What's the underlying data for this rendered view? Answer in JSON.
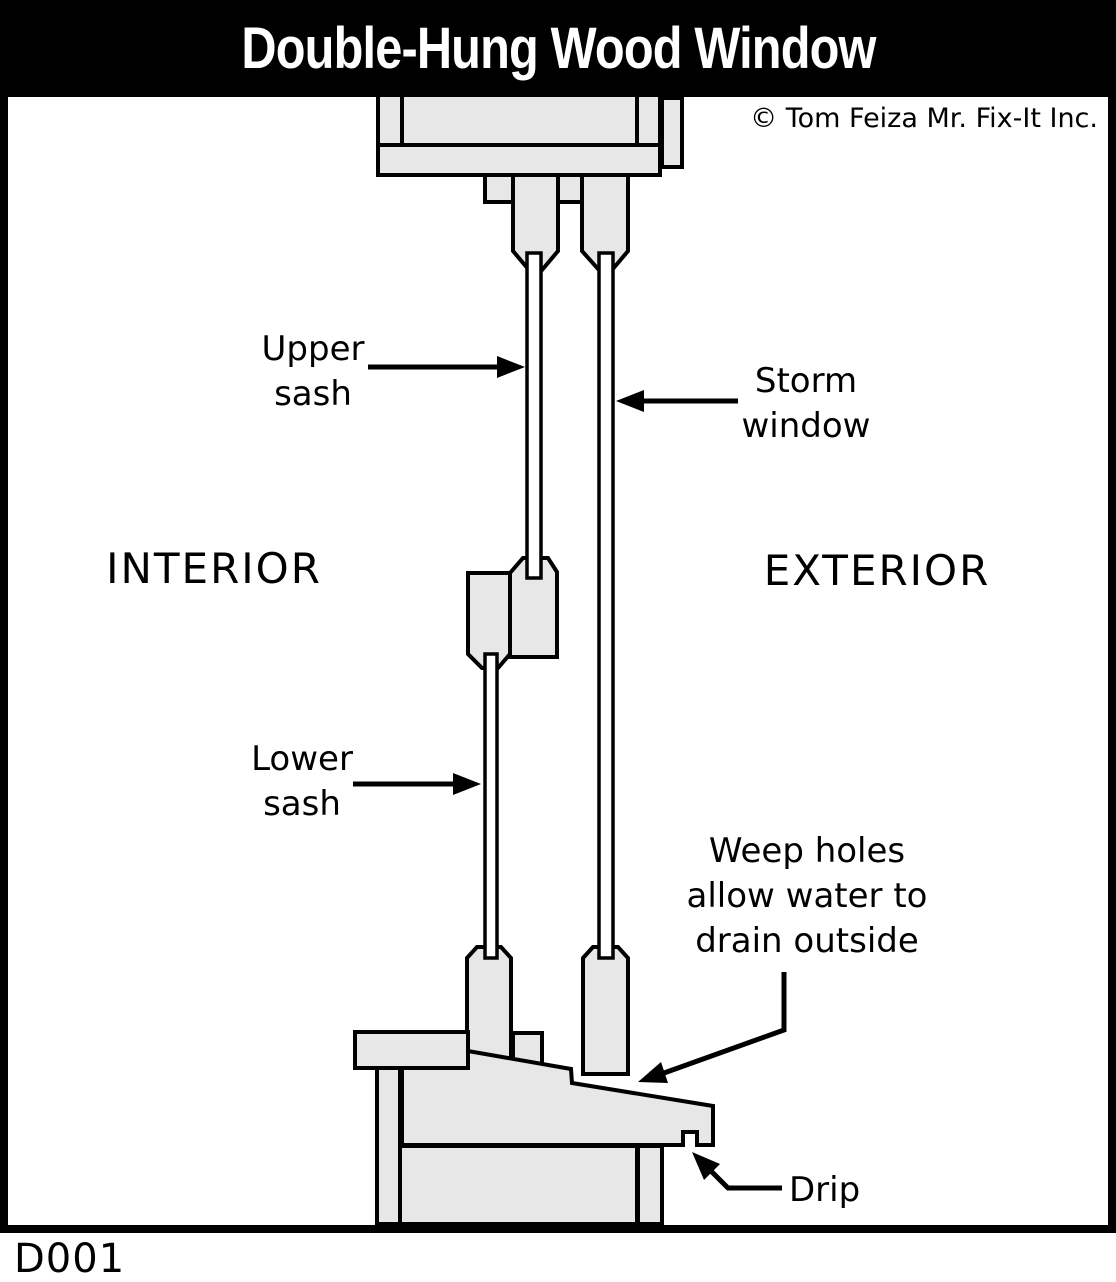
{
  "header": {
    "title": "Double-Hung Wood Window",
    "copyright": "© Tom Feiza Mr. Fix-It Inc."
  },
  "regions": {
    "interior": "INTERIOR",
    "exterior": "EXTERIOR"
  },
  "callouts": {
    "upper_sash": "Upper\nsash",
    "storm_window": "Storm\nwindow",
    "lower_sash": "Lower\nsash",
    "weep_holes": "Weep holes\nallow water to\ndrain outside",
    "drip": "Drip"
  },
  "footer": {
    "figure_id": "D001"
  },
  "colors": {
    "wood_fill": "#e7e7e7",
    "outline": "#000000",
    "glass": "#ffffff",
    "title_bg": "#000000",
    "title_text": "#ffffff",
    "background": "#ffffff"
  }
}
